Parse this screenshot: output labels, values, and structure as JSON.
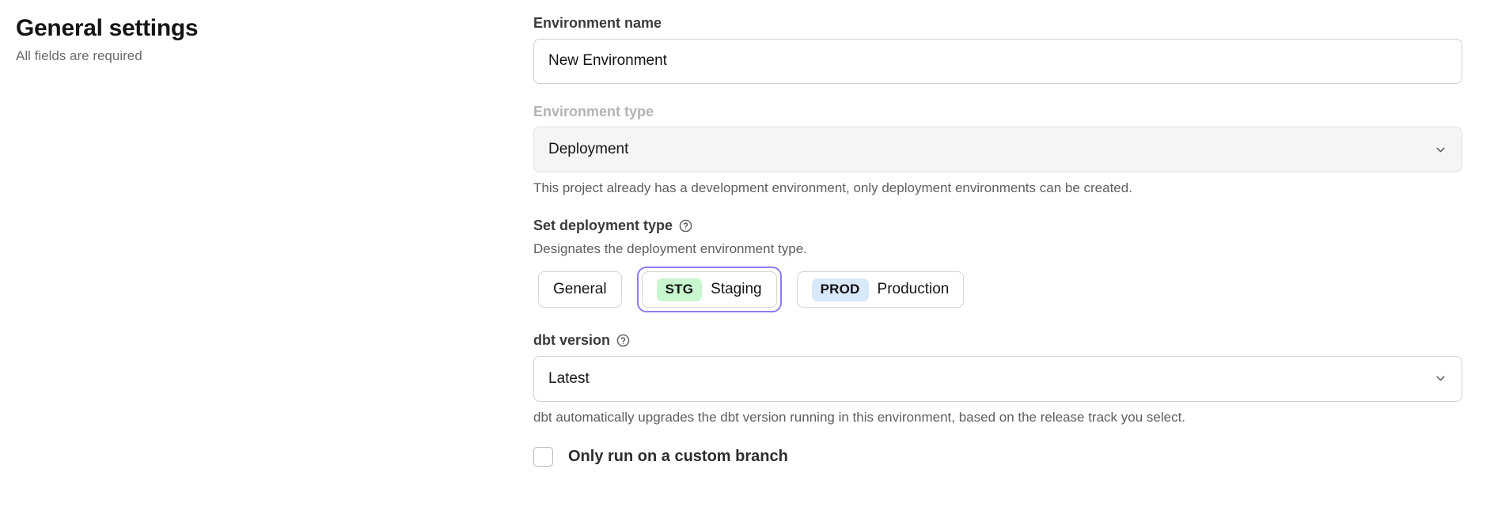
{
  "header": {
    "title": "General settings",
    "subtitle": "All fields are required"
  },
  "form": {
    "environment_name": {
      "label": "Environment name",
      "value": "New Environment",
      "placeholder": "Environment name"
    },
    "environment_type": {
      "label": "Environment type",
      "value": "Deployment",
      "helper": "This project already has a development environment, only deployment environments can be created.",
      "disabled": true,
      "chevron_icon": "chevron-down-icon"
    },
    "deployment_type": {
      "label": "Set deployment type",
      "help_icon": "help-circle-icon",
      "helper": "Designates the deployment environment type.",
      "selected": "Staging",
      "options": [
        {
          "label": "General",
          "badge": "",
          "badge_color": "",
          "selected": false
        },
        {
          "label": "Staging",
          "badge": "STG",
          "badge_color": "#c8f7cf",
          "selected": true
        },
        {
          "label": "Production",
          "badge": "PROD",
          "badge_color": "#d9e8fb",
          "selected": false
        }
      ]
    },
    "dbt_version": {
      "label": "dbt version",
      "help_icon": "help-circle-icon",
      "value": "Latest",
      "helper": "dbt automatically upgrades the dbt version running in this environment, based on the release track you select.",
      "chevron_icon": "chevron-down-icon"
    },
    "custom_branch": {
      "label": "Only run on a custom branch",
      "checked": false
    }
  },
  "colors": {
    "focus_ring": "#8b7cf0",
    "staging_badge": "#c8f7cf",
    "production_badge": "#d9e8fb",
    "disabled_field": "#f5f5f5"
  }
}
